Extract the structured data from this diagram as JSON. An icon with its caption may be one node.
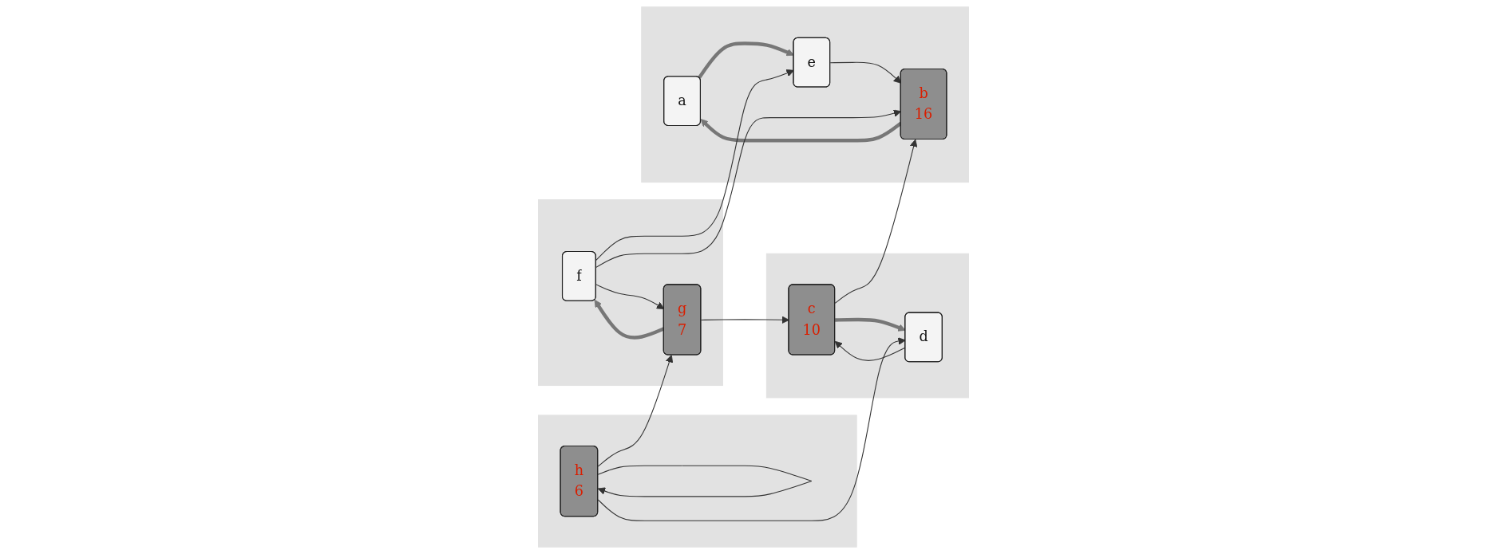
{
  "diagram": {
    "nodes": [
      {
        "text": [],
        "shape": "box"
      },
      {
        "text": [
          "a"
        ],
        "in": 0
      },
      {
        "text": [
          "b",
          "16"
        ],
        "in": 0
      },
      {
        "text": [],
        "shape": "box"
      },
      {
        "text": [
          "c",
          "10"
        ],
        "in": 3
      },
      {
        "text": [
          "d"
        ],
        "in": 3
      },
      {
        "text": [
          "e"
        ],
        "in": 0
      },
      {
        "text": [],
        "shape": "box"
      },
      {
        "text": [
          "f"
        ],
        "in": 7
      },
      {
        "text": [
          "g",
          "7"
        ],
        "in": 7
      },
      {
        "text": [],
        "shape": "box"
      },
      {
        "text": [
          "h",
          "6"
        ],
        "in": 10
      }
    ],
    "edges": [
      {
        "from": 2,
        "to": 1,
        "arrow": "to",
        "style": "thick"
      },
      {
        "from": 1,
        "to": 6,
        "arrow": "to",
        "style": "thick"
      },
      {
        "from": 6,
        "to": 2,
        "arrow": "to"
      },
      {
        "from": 4,
        "to": 2,
        "arrow": "to"
      },
      {
        "from": 5,
        "to": 4,
        "arrow": "to"
      },
      {
        "from": 4,
        "to": 5,
        "arrow": "to",
        "style": "thick"
      },
      {
        "from": 8,
        "to": 2,
        "arrow": "to"
      },
      {
        "from": 9,
        "to": 4,
        "arrow": "to"
      },
      {
        "from": 11,
        "to": 5,
        "arrow": "to"
      },
      {
        "from": 8,
        "to": 6,
        "arrow": "to"
      },
      {
        "from": 9,
        "to": 8,
        "arrow": "to",
        "style": "thick"
      },
      {
        "from": 8,
        "to": 9,
        "arrow": "to"
      },
      {
        "from": 11,
        "to": 9,
        "arrow": "to"
      },
      {
        "from": 11,
        "to": 11,
        "arrow": "to"
      }
    ]
  }
}
